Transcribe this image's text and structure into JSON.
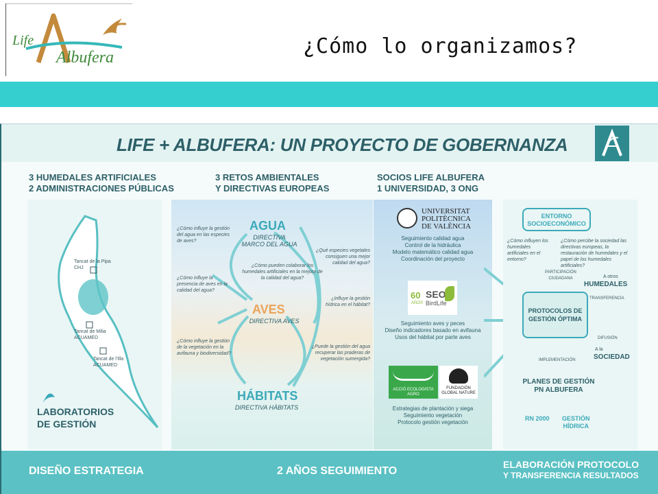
{
  "header": {
    "logo_text_life": "Life",
    "logo_text_name": "Albufera",
    "title": "¿Cómo lo organizamos?"
  },
  "infographic": {
    "title": "LIFE + ALBUFERA: UN PROYECTO DE GOBERNANZA",
    "col1": {
      "head1": "3 HUMEDALES ARTIFICIALES",
      "head2": "2 ADMINISTRACIONES PÚBLICAS",
      "tancat1": "Tancat de la Pipa",
      "tancat1_org": "CHJ",
      "tancat2": "Tancat de Milia",
      "tancat2_org": "ACUAMED",
      "tancat3": "Tancat de l'Illa",
      "tancat3_org": "ACUAMED",
      "lab1": "LABORATORIOS",
      "lab2": "DE GESTIÓN"
    },
    "col2": {
      "head1": "3 RETOS AMBIENTALES",
      "head2": "Y DIRECTIVAS EUROPEAS",
      "agua": "AGUA",
      "agua_sub1": "DIRECTIVA",
      "agua_sub2": "MARCO DEL AGUA",
      "aves": "AVES",
      "aves_sub": "DIRECTIVA AVES",
      "habitats": "HÁBITATS",
      "habitats_sub": "DIRECTIVA HÁBITATS",
      "q1": "¿Cómo influye la gestión del agua en las especies de aves?",
      "q2": "¿Cómo influye la presencia de aves en la calidad del agua?",
      "q3": "¿Cómo influye la gestión de la vegetación en la avifauna y biodiversidad?",
      "q4": "¿Cómo pueden colaborar los humedales artificiales en la mejora de la calidad del agua?",
      "q5": "¿Qué especies vegetales consiguen una mejor calidad del agua?",
      "q6": "¿Influye la gestión hídrica en el hábitat?",
      "q7": "¿Puede la gestión del agua recuperar las praderas de vegetación sumergida?"
    },
    "col3": {
      "head1": "SOCIOS LIFE ALBUFERA",
      "head2": "1 UNIVERSIDAD, 3 ONG",
      "upv1": "UNIVERSITAT",
      "upv2": "POLITÈCNICA",
      "upv3": "DE VALÈNCIA",
      "upv_tasks": [
        "Seguimiento calidad agua",
        "Control de la hidráulica",
        "Modelo matemático calidad agua",
        "Coordinación del proyecto"
      ],
      "seo_60": "60",
      "seo_anos": "AÑOS",
      "seo_name": "SEO",
      "seo_sub": "BirdLife",
      "seo_tasks": [
        "Seguimiento aves y peces",
        "Diseño indicadores basado en avifauna",
        "Usos del hábitat por parte aves"
      ],
      "acc": "ACCIÓ ECOLOGISTA AGRO",
      "fgn1": "FUNDACIÓN",
      "fgn2": "GLOBAL NATURE",
      "veg_tasks": [
        "Estrategias de plantación y siega",
        "Seguimiento vegetación",
        "Protocolo gestión vegetación"
      ]
    },
    "col4": {
      "entorno1": "ENTORNO",
      "entorno2": "SOCIOECONÓMICO",
      "q_left": "¿Cómo influyen los humedales artificiales en el entorno?",
      "q_right": "¿Cómo percibe la sociedad las directivas europeas, la restauración de humedales y el papel de los humedales artificiales?",
      "participacion": "PARTICIPACIÓN CIUDADANA",
      "a_otros": "A otros",
      "humedales": "HUMEDALES",
      "transferencia": "TRANSFERENCIA",
      "protocolos1": "PROTOCOLOS DE",
      "protocolos2": "GESTIÓN ÓPTIMA",
      "difusion": "DIFUSIÓN",
      "a_la": "A la",
      "sociedad": "SOCIEDAD",
      "implementacion": "IMPLEMENTACIÓN",
      "planes1": "PLANES DE GESTIÓN",
      "planes2": "PN ALBUFERA",
      "rn": "RN 2000",
      "gestion1": "GESTIÓN",
      "gestion2": "HÍDRICA"
    },
    "bottom": {
      "b1": "DISEÑO ESTRATEGIA",
      "b2": "2 AÑOS SEGUIMIENTO",
      "b3a": "ELABORACIÓN PROTOCOLO",
      "b3b": "Y TRANSFERENCIA RESULTADOS"
    }
  },
  "colors": {
    "teal_band": "#35cfd0",
    "dark_teal": "#2d5f68",
    "accent": "#3ba9b9",
    "bottom_bar": "#5bc1c4"
  }
}
